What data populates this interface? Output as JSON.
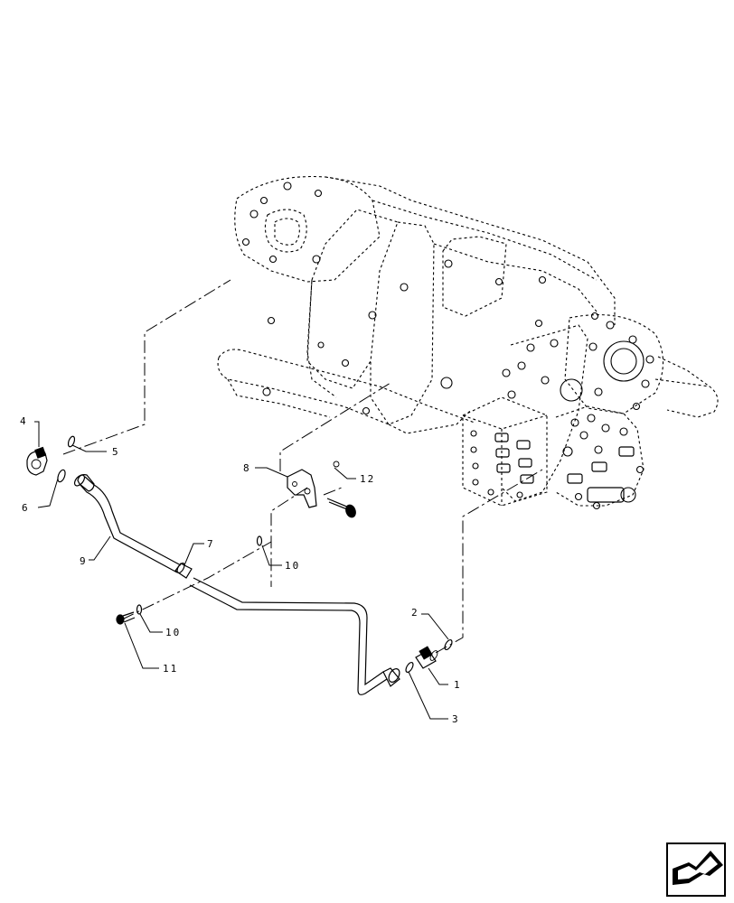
{
  "callouts": {
    "c1": "1",
    "c2": "2",
    "c3": "3",
    "c4": "4",
    "c5": "5",
    "c6": "6",
    "c7": "7",
    "c8": "8",
    "c9": "9",
    "c10a": "10",
    "c10b": "10",
    "c11": "11",
    "c12": "12"
  },
  "nav_icon": "next-page-arrow-icon"
}
